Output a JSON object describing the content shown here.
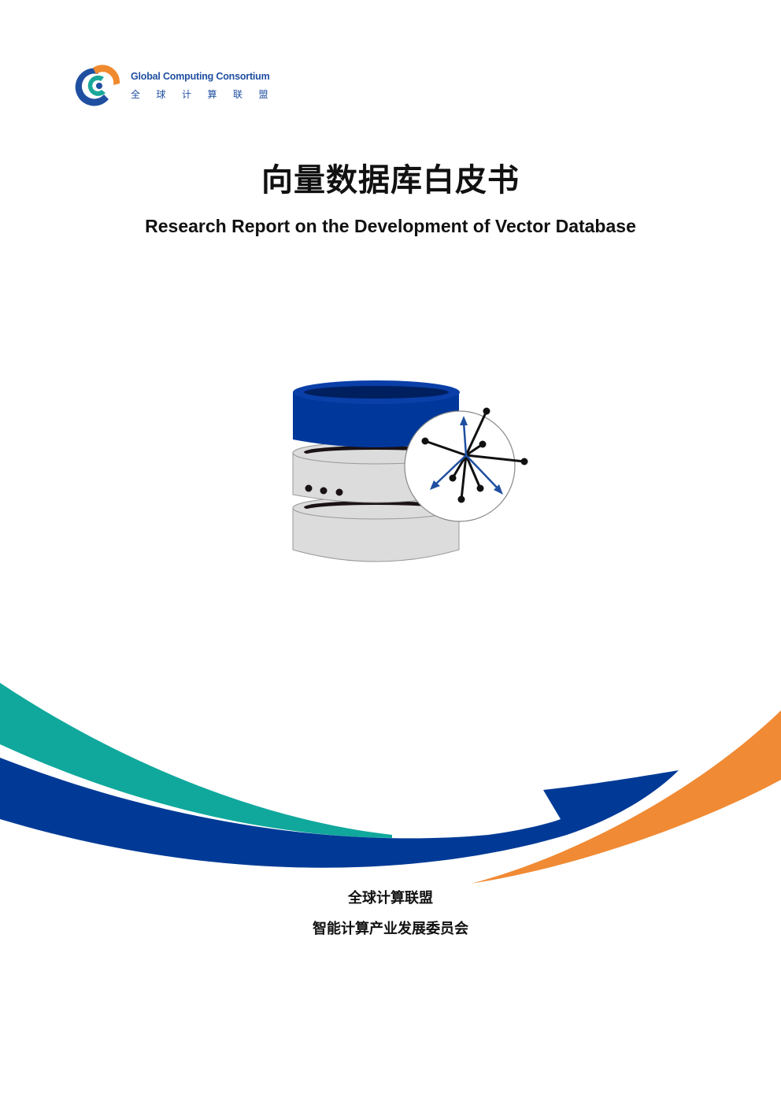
{
  "header": {
    "logo_en": "Global Computing Consortium",
    "logo_cn": "全球计算联盟",
    "logo_icon": "gcc-logo-icon",
    "colors": {
      "blue": "#1f4fa0",
      "teal": "#18a89a",
      "orange": "#f08a2e"
    }
  },
  "cover": {
    "title": "向量数据库白皮书",
    "subtitle": "Research Report on the Development of Vector Database",
    "illustration_icon": "vector-database-icon"
  },
  "footer": {
    "org_primary": "全球计算联盟",
    "org_secondary": "智能计算产业发展委员会"
  },
  "decoration": {
    "swoosh_colors": {
      "teal": "#10a89c",
      "blue": "#003a96",
      "orange": "#f08a34"
    }
  }
}
